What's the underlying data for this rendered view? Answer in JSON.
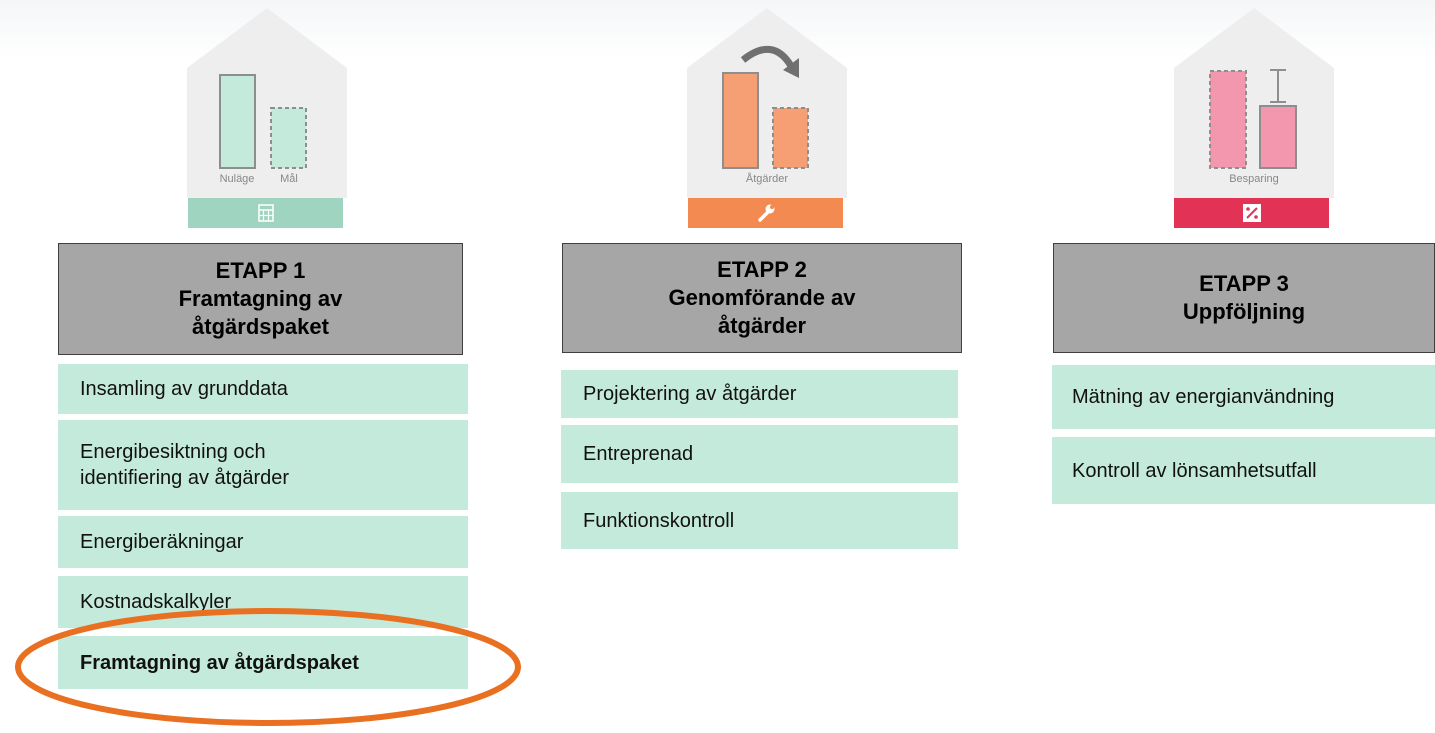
{
  "colors": {
    "stage1": "#9fd5c0",
    "stage2": "#f28a52",
    "stage3": "#e23256",
    "etapp_bg": "#a6a6a6",
    "step_bg": "#c4eadc",
    "highlight": "#e87020"
  },
  "stages": [
    {
      "house_labels": [
        "Nuläge",
        "Mål"
      ],
      "icon": "calculator-icon",
      "title_line1": "ETAPP 1",
      "title_line2": "Framtagning av",
      "title_line3": "åtgärdspaket",
      "steps": [
        "Insamling av grunddata",
        "Energibesiktning och",
        "identifiering av åtgärder",
        "Energiberäkningar",
        "Kostnadskalkyler",
        "Framtagning av åtgärdspaket"
      ]
    },
    {
      "house_label": "Åtgärder",
      "icon": "wrench-icon",
      "title_line1": "ETAPP 2",
      "title_line2": "Genomförande av",
      "title_line3": "åtgärder",
      "steps": [
        "Projektering av åtgärder",
        "Entreprenad",
        "Funktionskontroll"
      ]
    },
    {
      "house_label": "Besparing",
      "icon": "percent-icon",
      "title_line1": "ETAPP 3",
      "title_line2": "Uppföljning",
      "steps": [
        "Mätning av energianvändning",
        "Kontroll av lönsamhetsutfall"
      ]
    }
  ]
}
